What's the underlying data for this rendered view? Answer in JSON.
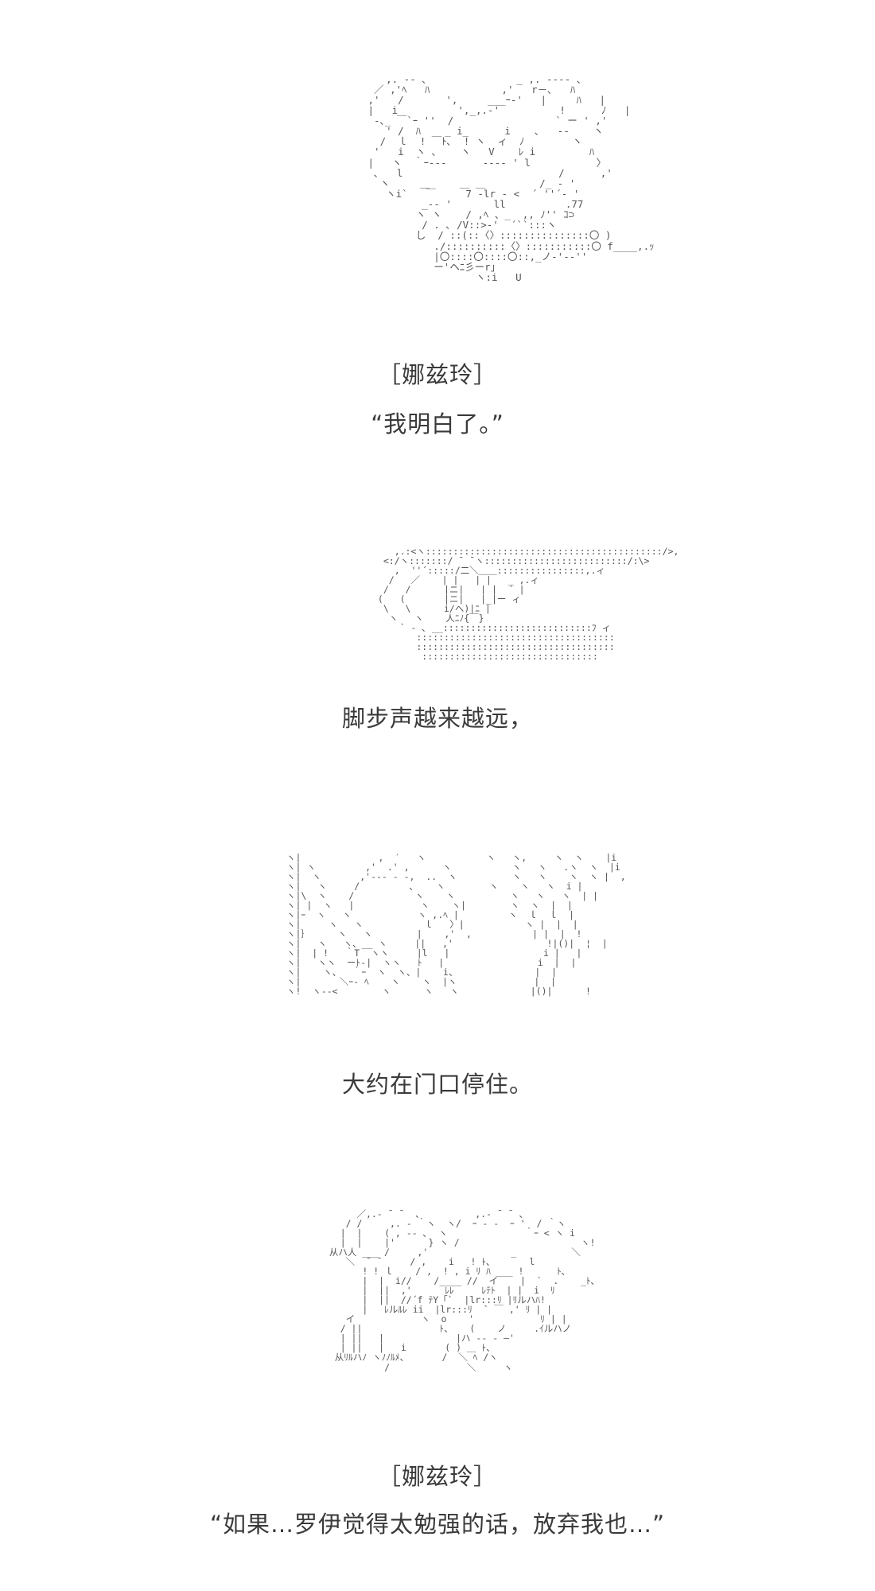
{
  "panels": [
    {
      "art": "    ,. -‐ ､               _ ,. ---- 、\n  ／ ,'ﾍ   ﾊ            ,'   r－､   ﾊ\n ,'   /       ',     ___ｰ-'   |     ﾊ   |\n |   i          ',_,.-'          !      ﾉ   |\n  ‐､_ ￣`ｰ ''  /                 ` ー ' ,'\n    ' /  ﾊ    _ i_      i    ､   ‐-    ヽ\n   /  ｌ  ! ￣ﾄ､  ! ヽ  ィ  ﾉ        ヽ\n  '   i  ヽ ､    ヽ   V    ﾚ i         ﾊ\n |   ヽ  ｀ｰ---      ---- ' l           〉\n  ､   l                          /      ,'\n   ヽ     ＿     ＿ ＿         /_ ‐ ' \n    ヽi`   ￣     7 -lr - <  ´ ''´‐ '\n          _-‐ '       ll          .77\n         ヽ ヽ    / ,ﾍ 、_  ,, ﾉ'' ｺ⊃\n          / . ､ /V::>‐'  ´``:::ヽ\n         し  / ::(::〈〉:::::::::::::::〇 )\n            ./::::::::::〈〉:::::::::::〇 f____,.ｯ\n            |〇::::〇::::〇::,_ノ‐'‐‐''\n            ー'ヘﾆ彡ーr」\n                   ヽ:i   U",
      "speaker": "［娜兹玲］",
      "line": "“我明白了。”"
    },
    {
      "art": "    ,.:<ヽ:::::::::::::::::::::::::::::::::::::::::::/>,\n  <:/ヽ:::::::/ ¯ ¯ヽ::::::::::::::::::::::::::/:\\>\n    ,  ''´:::::/二＼＿＿::::::::::::::::,.ィ\n   /   ／    | |   | |   _ ,.ィ\n  /   /      |ニ|   | |  ´ |\n (   (       |ニ|   |_|ー ィ\n  \\   \\      i/へ)|ﾆ |\n   ヽ   ヽ    人ﾆﾉ{￣}\n     ` ‐ ､ __:::::::::::::::::::::::::::ﾌ ィ\n        ::::::::::::::::::::::::::::::::::::\n        ::::::::::::::::::::::::::::::::::::\n         ::::::::::::::::::::::::::::::::",
      "line": "脚步声越来越远，"
    },
    {
      "art": "ヽ|              ,  ′   ヽ           ヽ   ヽ,     ヽ  ヽ    |i\nヽ| ヽ         ,'  .' ,      ヽ           ヽ   ヽ   .ヽ  ヽ  |i\nヽ|  ヽ       ,'--‐ ‐ -,  ..  ヽ          ヽ   ヽ    ヽ  ヽ |  ,\nヽ|   ヽ     /         ､    ヽ        ヽ    ヽ   ヽ  i |\nヽ|\\  ヽ    /           ヽ    ヽ          ヽ   ヽ   ヽ  | |\nヽ| |  ヽ   |            ヽ    ヽ|        ヽ  ヽ  |  |\nヽ|ｰ  ヽ   ヽ            ヽ ,.ﾍ |         ヽ  ｌ  ｌ  |\nヽ|     ヽ   ヽ           ｌ   〉|           ヽ |  |  |\nヽ|｝     ヽ   ヽ        |    ,'  ,           | |  |  !\nヽ|   ヽ   ヽ、__ ヽ     ||   ,'                 !|()|  ¦  |\nヽ|  | !   ｀T  ヽヽ     |l   |                 i |   |\nヽ|   ヽヽ  ーﾄ-|  ヽヽ   ﾄ   |                 i  |  |\nヽ|    ヽ、  ｀ｰ  ヽ  ヽ、|    i、              |  |\nヽ|       ＼ｰ‐ ﾍ    ヽ    ヽ  |ヽ              |  |\nヽ!  ヽ--<        ヽ      ヽ   ヽ             |()|      !",
      "line": "大约在门口停住。"
    },
    {
      "art": "       ／,.‐ ¯ ¯  ､          ,.‐ ¯ ¯ ､\n     / /     ,. ‐ ｀ヽ  ヽ/  ｰ - ‐  ｰ '  / ｀ヽ\n    |  |    ( , ‐‐ ､  ヽ              ｀ｰ < ヽ i\n    |  |    |'      } ヽ /                      ヽ!\n  从ハ人 ___ /     ,'               _          ＼\n     ＼  ¯ ¯     / ,    i   ! ﾄ､       l\n        ! ! ｌ    / ,  ! , i ﾘ ﾊ ___ !      ﾄ､\n        |  |  i//    /____ //  イ    |  `  .    _ﾄ､\n        |  ||  ,'      ﾚﾚ     ﾚﾃﾄ  | |  i  ﾘ\n        |  ||  //´f ﾃY「`  |lr:::ﾘ |ﾘルハﾊ!\n        |   ﾚルﾙﾚ ii  |lr:::ﾘ  ` ￣ ,' ﾘ | |\n     イ            ヽ  o    '            ﾘ | |\n    / ||              ﾄ、   (    ノ     .ｲルハノ\n    | ||   |             |ハ ‐‐ - ―'\n    | ||   |   i       ( ) ＿ ﾄ、\n   从ﾘﾙハﾉ ヽﾉﾉﾙﾒ、      /  ＼ ﾍ /ヽ\n            /              ＼     ヽ",
      "speaker": "［娜兹玲］",
      "line": "“如果…罗伊觉得太勉强的话，放弃我也…”"
    }
  ]
}
